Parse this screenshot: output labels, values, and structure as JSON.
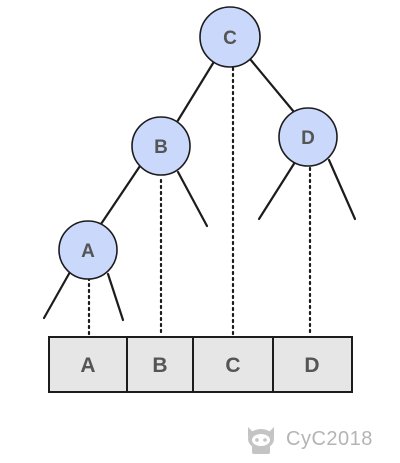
{
  "tree": {
    "nodes": [
      {
        "id": "C",
        "label": "C"
      },
      {
        "id": "B",
        "label": "B"
      },
      {
        "id": "D",
        "label": "D"
      },
      {
        "id": "A",
        "label": "A"
      }
    ],
    "edges": [
      {
        "from": "C",
        "to": "B"
      },
      {
        "from": "C",
        "to": "D"
      },
      {
        "from": "B",
        "to": "A"
      }
    ]
  },
  "array": {
    "cells": [
      "A",
      "B",
      "C",
      "D"
    ]
  },
  "colors": {
    "node_fill": "#c9d8fb",
    "cell_fill": "#e6e6e6",
    "stroke": "#1c1c1c",
    "label": "#555555",
    "watermark": "#b4b4b4"
  },
  "watermark": {
    "icon": "octocat-icon",
    "text": "CyC2018"
  }
}
